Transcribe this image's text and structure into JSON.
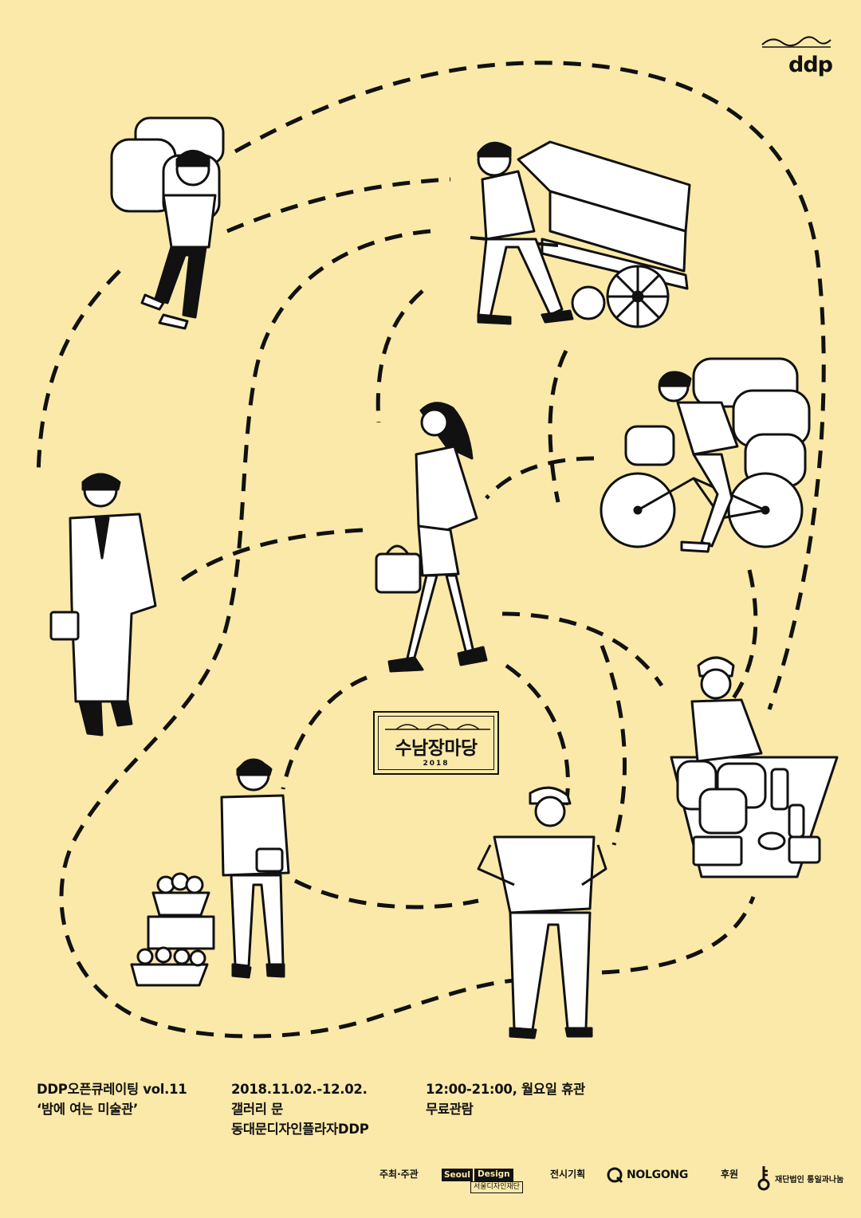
{
  "logo": {
    "text": "ddp"
  },
  "badge": {
    "title": "수남장마당",
    "year": "2018"
  },
  "info": {
    "col1": [
      "DDP오픈큐레이팅 vol.11",
      "‘밤에 여는 미술관’"
    ],
    "col2": [
      "2018.11.02.-12.02.",
      "갤러리 문",
      "동대문디자인플라자DDP"
    ],
    "col3": [
      "12:00-21:00, 월요일 휴관",
      "무료관람"
    ]
  },
  "sponsors": {
    "host_label": "주최·주관",
    "host_logo_top1": "Seoul",
    "host_logo_top2": "Design",
    "host_logo_sub": "서울디자인재단",
    "planning_label": "전시기획",
    "planning_logo": "NOLGONG",
    "support_label": "후원",
    "support_logo": "재단법인 통일과나눔"
  },
  "colors": {
    "background": "#fbe9a9",
    "ink": "#111111"
  }
}
